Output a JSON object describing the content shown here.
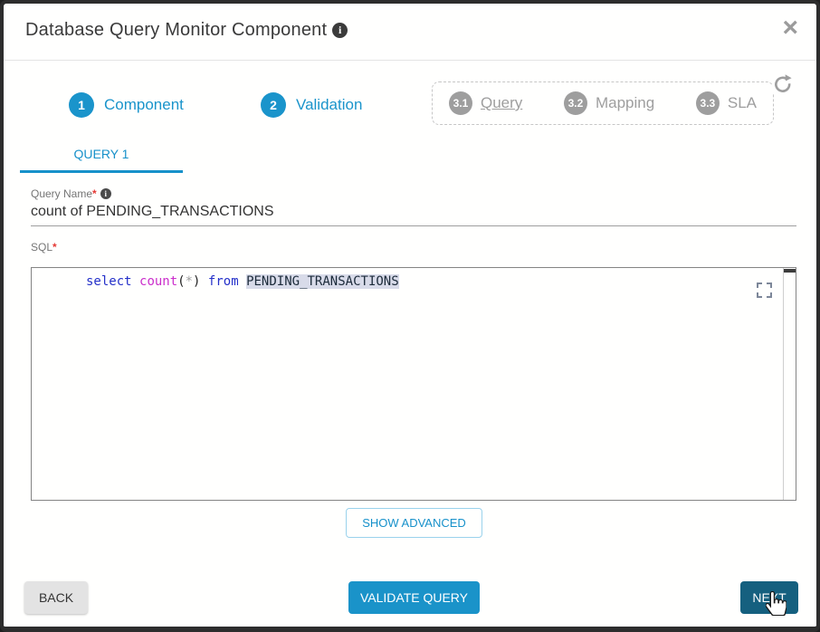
{
  "dialog": {
    "title": "Database Query Monitor Component",
    "info_glyph": "i",
    "close_glyph": "×"
  },
  "stepper": {
    "steps": [
      {
        "num": "1",
        "label": "Component"
      },
      {
        "num": "2",
        "label": "Validation"
      }
    ],
    "substeps": [
      {
        "num": "3.1",
        "label": "Query"
      },
      {
        "num": "3.2",
        "label": "Mapping"
      },
      {
        "num": "3.3",
        "label": "SLA"
      }
    ]
  },
  "tabs": {
    "query1": "QUERY 1"
  },
  "form": {
    "query_name_label": "Query Name",
    "required_marker": "*",
    "query_name_value": "count of PENDING_TRANSACTIONS",
    "sql_label": "SQL"
  },
  "editor": {
    "sql_text": "select count(*) from PENDING_TRANSACTIONS",
    "tokens": [
      {
        "text": "select",
        "type": "keyword"
      },
      {
        "text": " ",
        "type": "plain"
      },
      {
        "text": "count",
        "type": "function"
      },
      {
        "text": "(",
        "type": "plain"
      },
      {
        "text": "*",
        "type": "operator"
      },
      {
        "text": ")",
        "type": "plain"
      },
      {
        "text": " ",
        "type": "plain"
      },
      {
        "text": "from",
        "type": "keyword"
      },
      {
        "text": " ",
        "type": "plain"
      },
      {
        "text": "PENDING_TRANSACTIONS",
        "type": "highlight"
      }
    ]
  },
  "buttons": {
    "show_advanced": "SHOW ADVANCED",
    "back": "BACK",
    "validate": "VALIDATE QUERY",
    "next": "NEXT"
  },
  "icons": {
    "refresh": "refresh-icon",
    "fullscreen": "fullscreen-expand-icon",
    "cursor": "hand-pointer-cursor"
  },
  "colors": {
    "accent_blue": "#1a93c9",
    "next_button_blue": "#15607f",
    "inactive_step_gray": "#9e9e9e",
    "required_red": "#e53935",
    "sql_keyword_blue": "#2430c9",
    "sql_function_magenta": "#cb2ecb",
    "sql_highlight_bg": "#d8dbe9",
    "editor_border": "#848484",
    "dialog_border": "#2d2d2d"
  }
}
